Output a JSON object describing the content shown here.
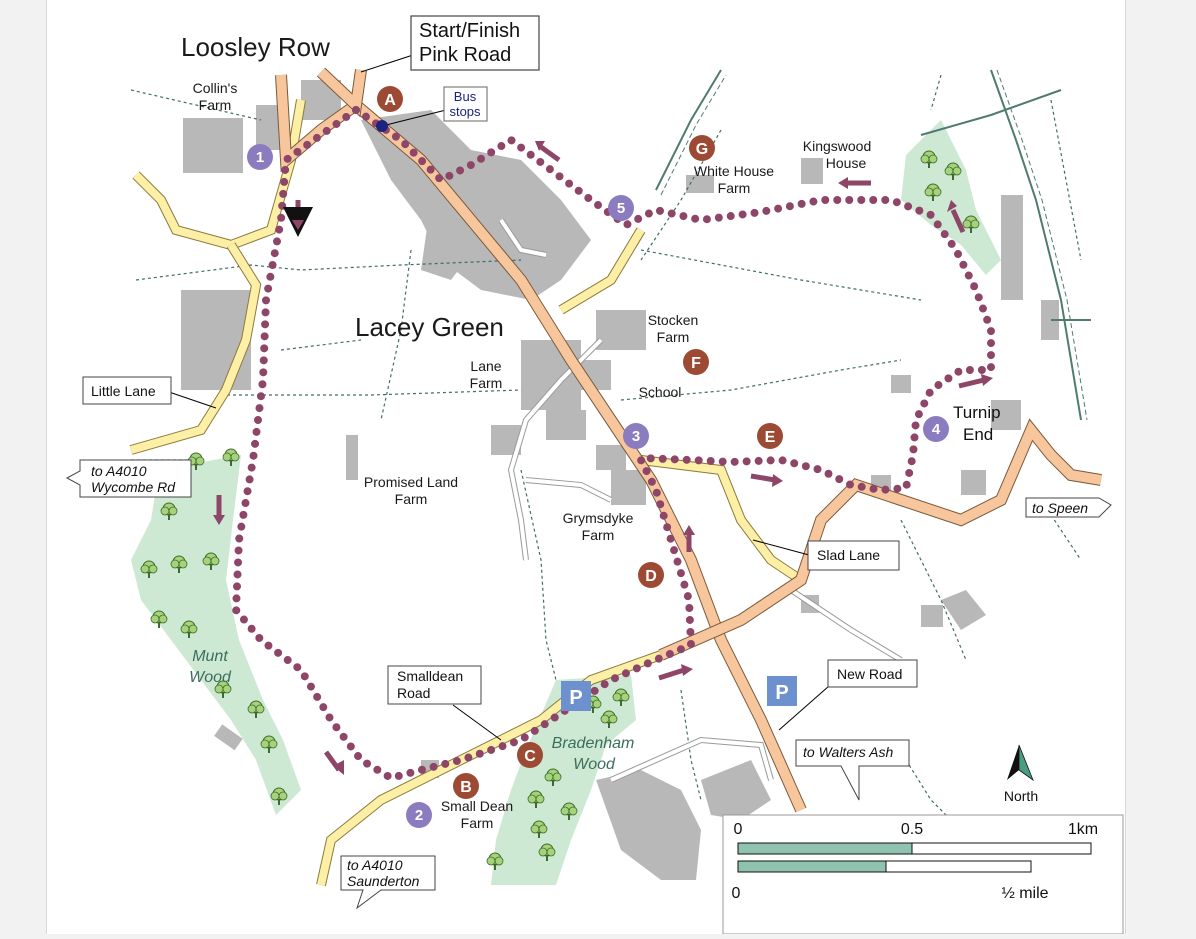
{
  "places": {
    "loosley_row": "Loosley Row",
    "lacey_green": "Lacey Green",
    "turnip_end_1": "Turnip",
    "turnip_end_2": "End"
  },
  "farms": {
    "collins_1": "Collin's",
    "collins_2": "Farm",
    "white_house_1": "White House",
    "white_house_2": "Farm",
    "kingswood_1": "Kingswood",
    "kingswood_2": "House",
    "stocken_1": "Stocken",
    "stocken_2": "Farm",
    "lane_1": "Lane",
    "lane_2": "Farm",
    "school": "School",
    "promised_1": "Promised Land",
    "promised_2": "Farm",
    "grymsdyke_1": "Grymsdyke",
    "grymsdyke_2": "Farm",
    "smalldean_1": "Small Dean",
    "smalldean_2": "Farm"
  },
  "woods": {
    "munt_1": "Munt",
    "munt_2": "Wood",
    "bradenham_1": "Bradenham",
    "bradenham_2": "Wood"
  },
  "callouts": {
    "start_1": "Start/Finish",
    "start_2": "Pink Road",
    "bus_1": "Bus",
    "bus_2": "stops",
    "little_lane": "Little Lane",
    "wycombe_1": "to A4010",
    "wycombe_2": "Wycombe Rd",
    "to_speen": "to Speen",
    "slad_lane": "Slad Lane",
    "smalldean_road_1": "Smalldean",
    "smalldean_road_2": "Road",
    "new_road": "New Road",
    "walters_ash": "to Walters Ash",
    "saunderton_1": "to A4010",
    "saunderton_2": "Saunderton"
  },
  "waypoints": {
    "w1": "1",
    "w2": "2",
    "w3": "3",
    "w4": "4",
    "w5": "5"
  },
  "points": {
    "A": "A",
    "B": "B",
    "C": "C",
    "D": "D",
    "E": "E",
    "F": "F",
    "G": "G"
  },
  "parking": {
    "label": "P"
  },
  "north": "North",
  "scale": {
    "km_0": "0",
    "km_half": "0.5",
    "km_1": "1km",
    "mi_0": "0",
    "mi_half": "½ mile"
  },
  "colors": {
    "main_road": "#f7c69d",
    "minor_road": "#fdf0a6",
    "route": "#8e4668",
    "waypoint": "#8b7bbf",
    "point": "#9c4a33",
    "woodland": "#cde8d3",
    "building": "#b8b8b8",
    "parking": "#6d90cf",
    "railway": "#4f7b70"
  }
}
